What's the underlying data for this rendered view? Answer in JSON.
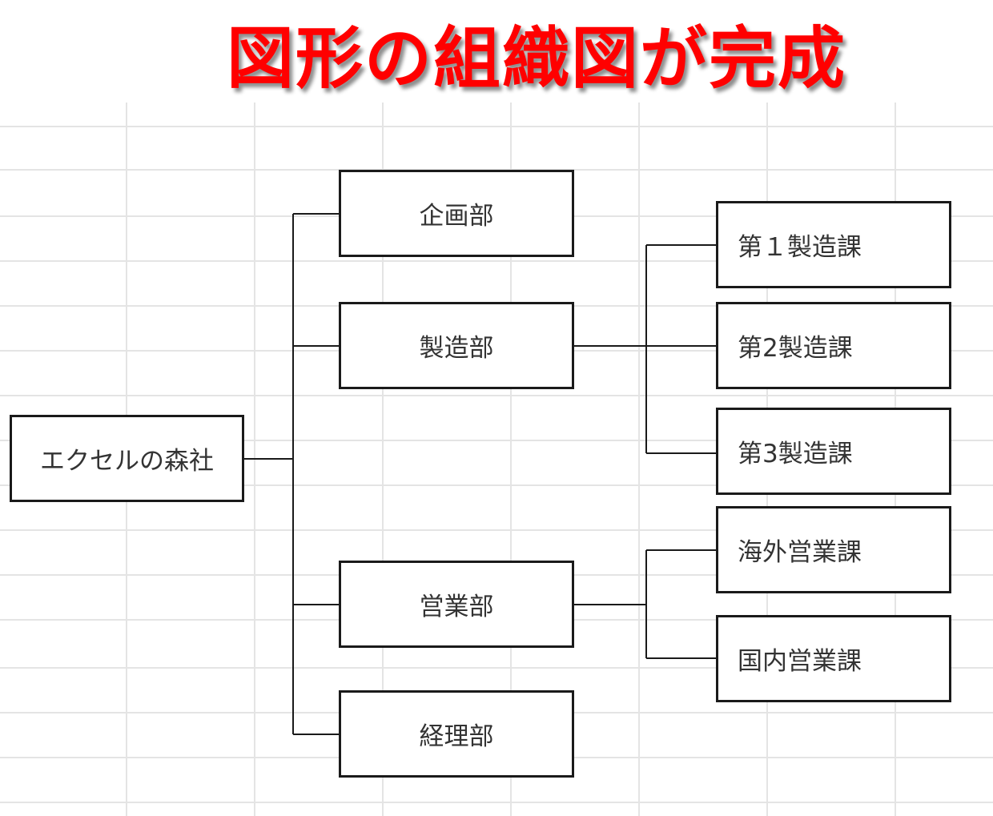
{
  "headline": "図形の組織図が完成",
  "org_chart": {
    "root": "エクセルの森社",
    "departments": {
      "planning": "企画部",
      "manufacturing": "製造部",
      "sales": "営業部",
      "accounting": "経理部"
    },
    "sections": {
      "manufacturing_1": "第１製造課",
      "manufacturing_2": "第2製造課",
      "manufacturing_3": "第3製造課",
      "overseas_sales": "海外営業課",
      "domestic_sales": "国内営業課"
    }
  },
  "colors": {
    "headline": "#ff0000",
    "box_border": "#1a1a1a",
    "box_text": "#333333",
    "connector": "#1a1a1a",
    "gridline": "#e4e4e4"
  }
}
